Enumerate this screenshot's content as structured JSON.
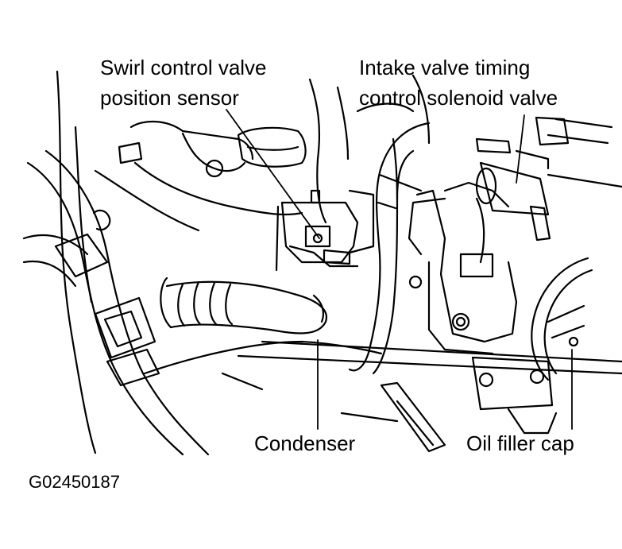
{
  "labels": {
    "swirl_line1": "Swirl control valve",
    "swirl_line2": "position sensor",
    "intake_line1": "Intake valve timing",
    "intake_line2": "control solenoid valve",
    "condenser": "Condenser",
    "oil_filler_cap": "Oil filler cap"
  },
  "figure_code": "G02450187",
  "colors": {
    "ink": "#000000",
    "paper": "#ffffff"
  }
}
